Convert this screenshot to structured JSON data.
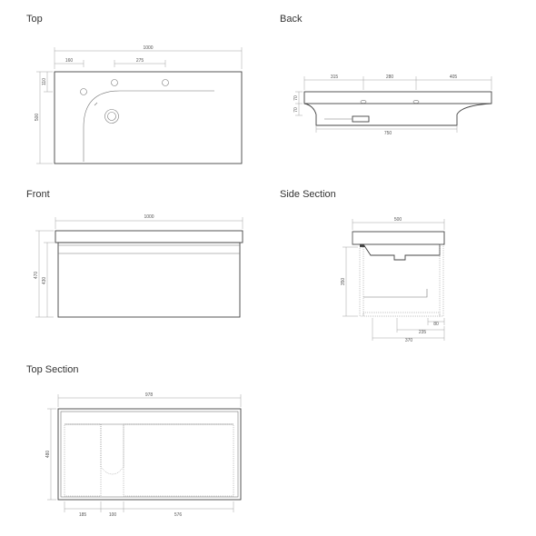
{
  "views": {
    "top": {
      "title": "Top",
      "dims": {
        "width": "1000",
        "offset": "160",
        "spacing": "275",
        "depth_small": "110",
        "depth": "500"
      }
    },
    "back": {
      "title": "Back",
      "dims": {
        "left": "315",
        "middle": "280",
        "right": "405",
        "height_a": "70",
        "height_b": "70",
        "bottom": "750"
      }
    },
    "front": {
      "title": "Front",
      "dims": {
        "width": "1000",
        "height_total": "470",
        "height_body": "430"
      }
    },
    "side_section": {
      "title": "Side Section",
      "dims": {
        "depth": "500",
        "height": "350",
        "small": "80",
        "inner": "235",
        "base": "370"
      }
    },
    "top_section": {
      "title": "Top Section",
      "dims": {
        "width": "978",
        "depth": "480",
        "left": "185",
        "middle": "100",
        "right": "576"
      }
    }
  }
}
